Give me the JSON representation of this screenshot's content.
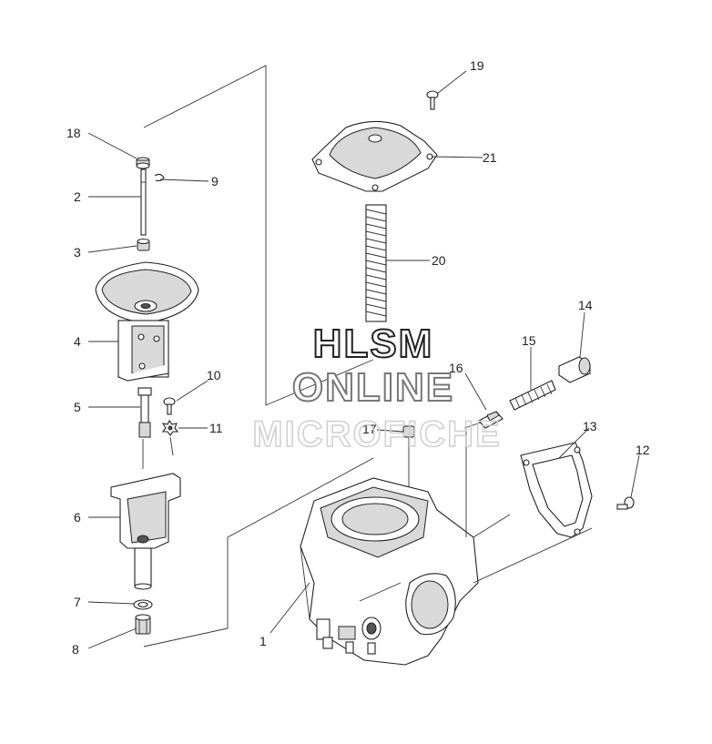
{
  "callouts": {
    "c1": "1",
    "c2": "2",
    "c3": "3",
    "c4": "4",
    "c5": "5",
    "c6": "6",
    "c7": "7",
    "c8": "8",
    "c9": "9",
    "c10": "10",
    "c11": "11",
    "c12": "12",
    "c13": "13",
    "c14": "14",
    "c15": "15",
    "c16": "16",
    "c17": "17",
    "c18": "18",
    "c19": "19",
    "c20": "20",
    "c21": "21"
  },
  "watermark": {
    "line1": "HLSM",
    "line2": "ONLINE",
    "line3": "MICROFICHE"
  }
}
